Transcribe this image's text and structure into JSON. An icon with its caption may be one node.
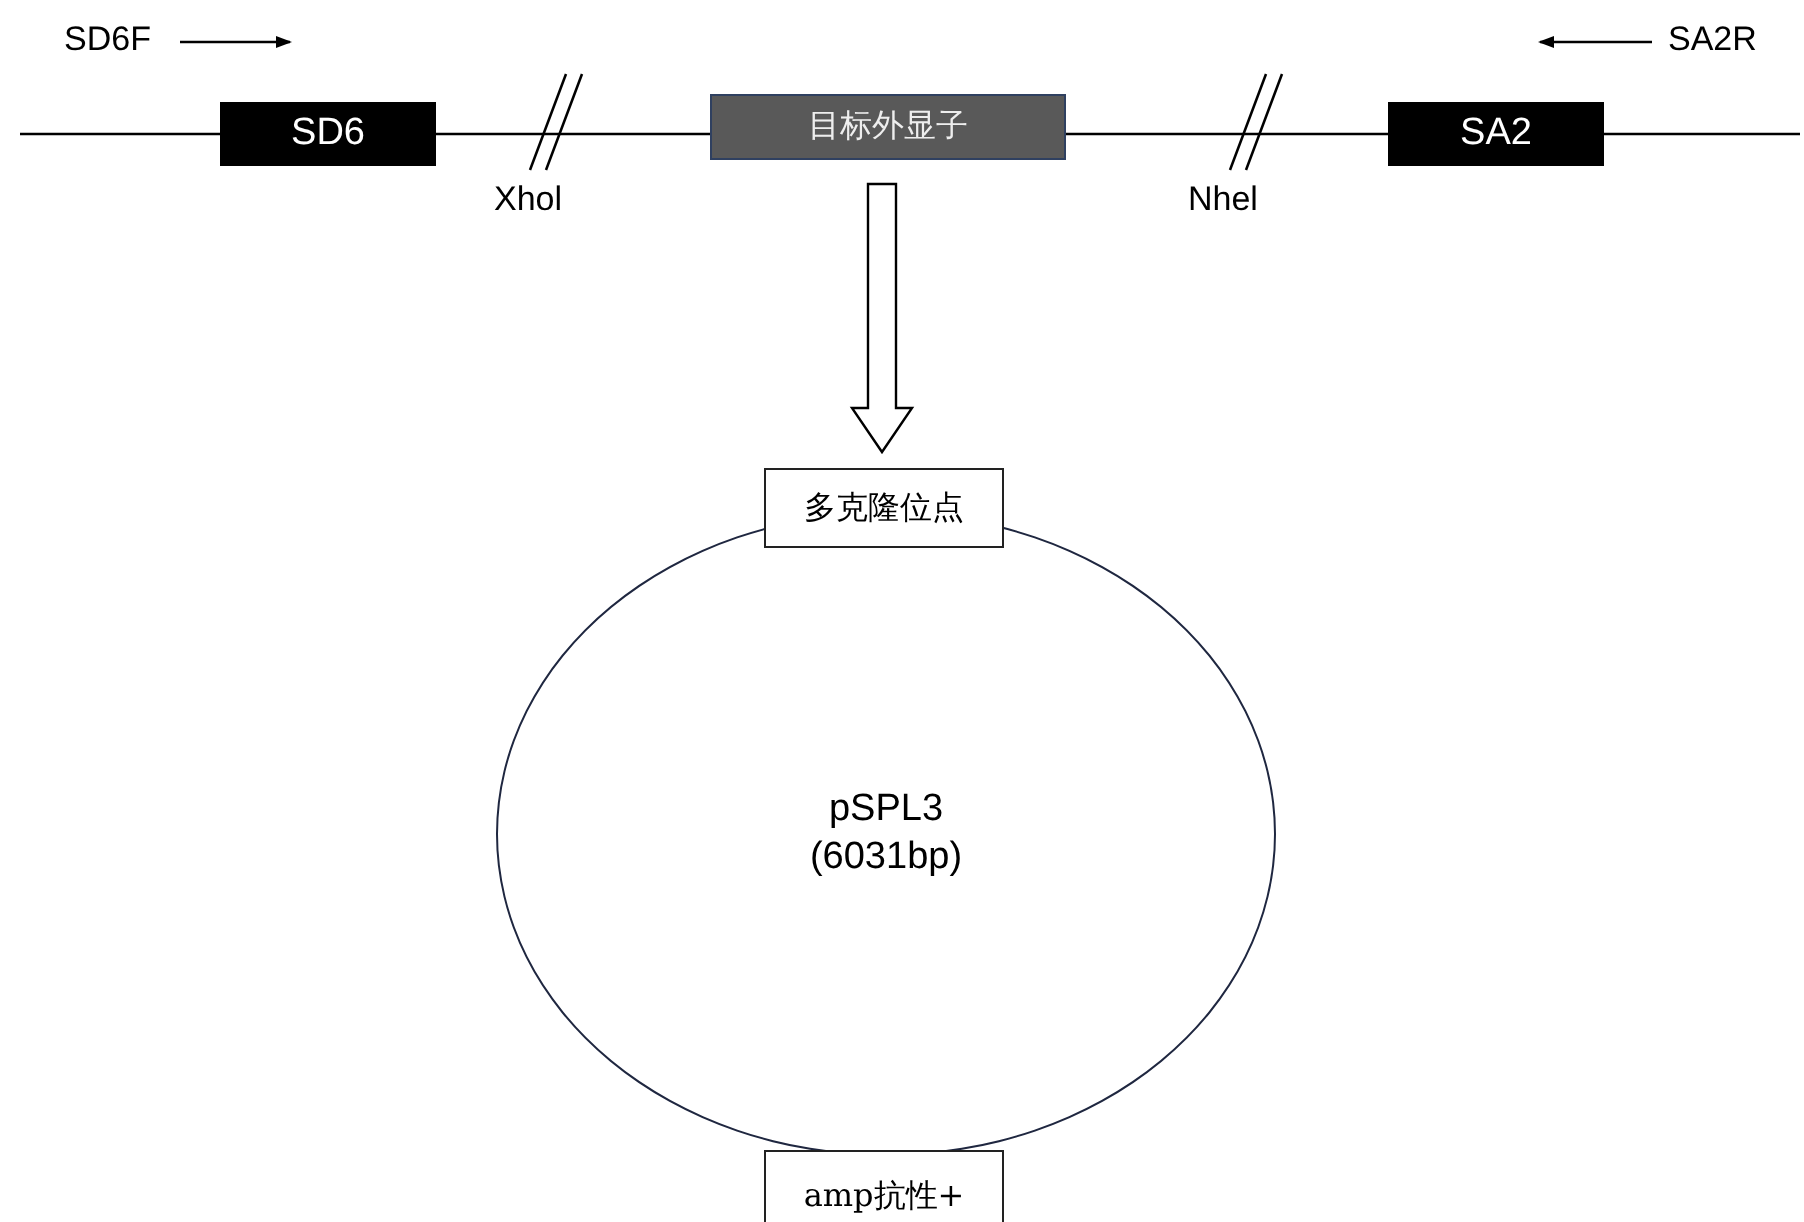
{
  "diagram": {
    "nodes": [
      {
        "text": [
          "SD6"
        ]
      },
      {
        "text": [
          "目标外显子"
        ]
      },
      {
        "text": [
          "SA2"
        ]
      },
      {
        "text": [
          "pSPL3 (6031bp)"
        ]
      },
      {
        "text": [
          "多克隆位点"
        ]
      },
      {
        "text": [
          "amp抗性+"
        ]
      }
    ],
    "edges": [
      {
        "from": 0,
        "to": 1,
        "arrow": "none"
      },
      {
        "from": 1,
        "to": 2,
        "arrow": "none"
      },
      {
        "from": 1,
        "to": 4,
        "arrow": "to"
      }
    ],
    "labels": [
      "SD6F",
      "SA2R",
      "Xhol",
      "Nhel"
    ]
  }
}
